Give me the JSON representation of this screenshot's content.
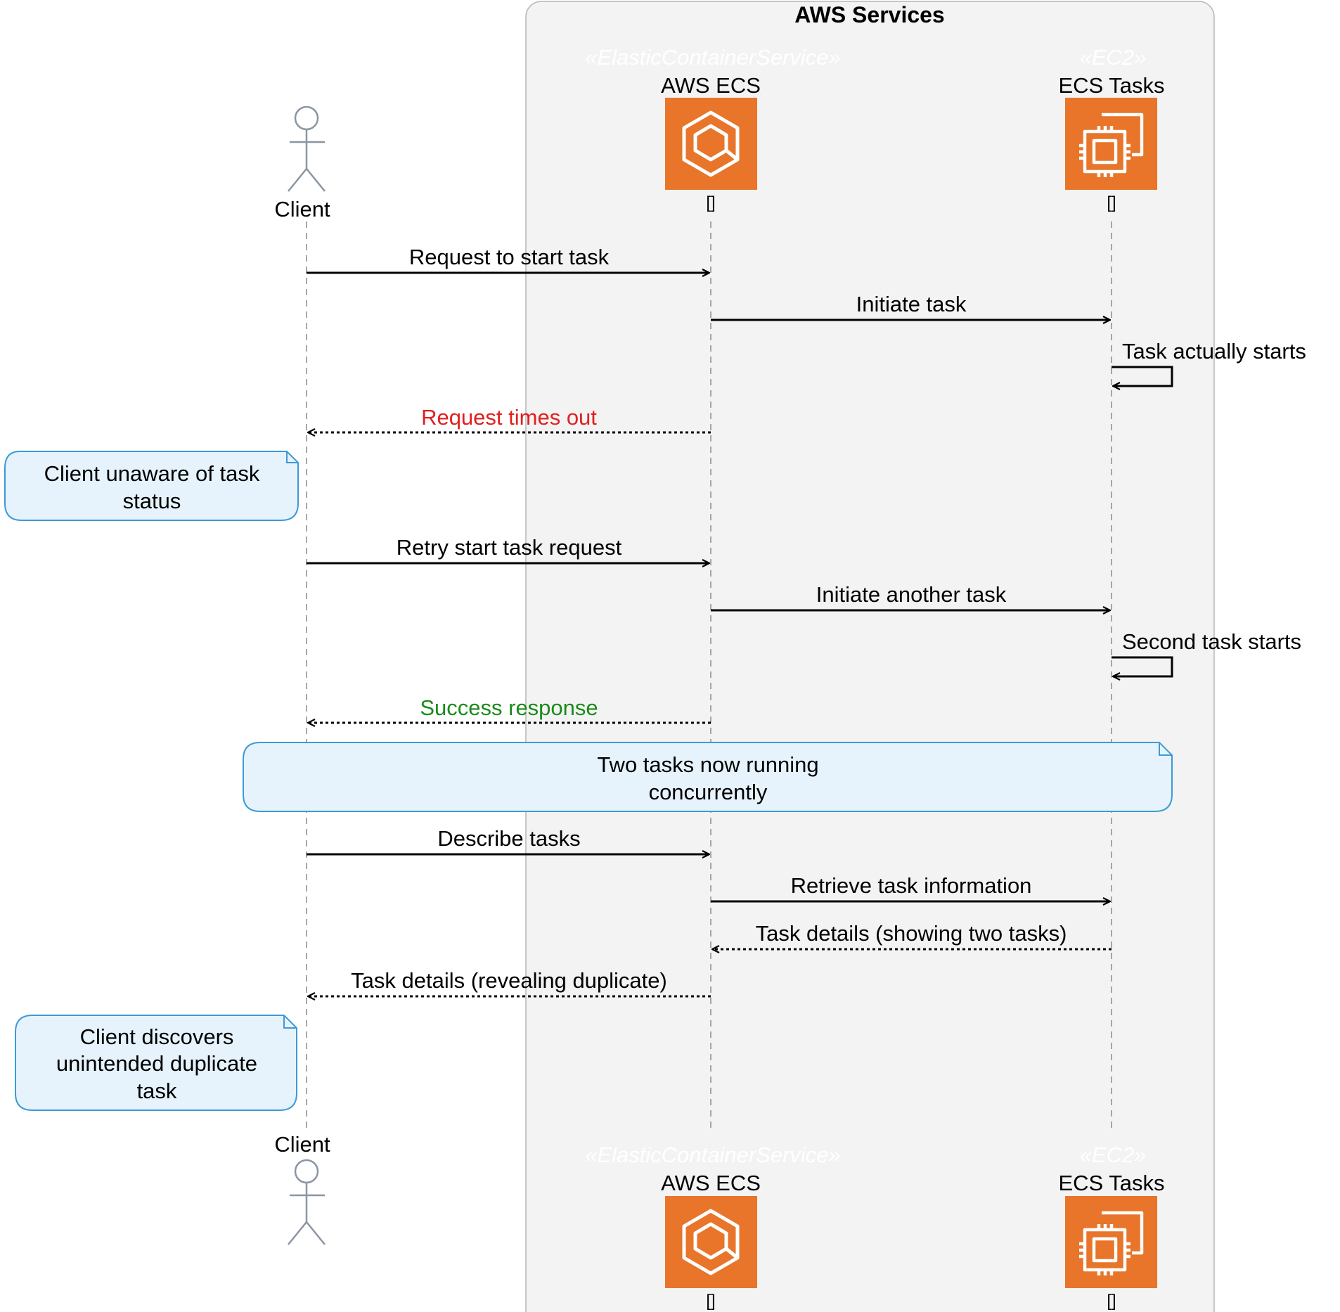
{
  "boundary": {
    "title": "AWS Services"
  },
  "participants": {
    "client": {
      "label": "Client"
    },
    "ecs": {
      "stereotype": "«ElasticContainerService»",
      "label": "AWS ECS",
      "tech": "[]",
      "icon": "ecs-container-icon"
    },
    "tasks": {
      "stereotype": "«EC2»",
      "label": "ECS Tasks",
      "tech": "[]",
      "icon": "ec2-instance-icon"
    }
  },
  "messages": [
    {
      "from": "client",
      "to": "ecs",
      "label": "Request to start task",
      "style": "solid"
    },
    {
      "from": "ecs",
      "to": "tasks",
      "label": "Initiate task",
      "style": "solid"
    },
    {
      "from": "tasks",
      "to": "tasks",
      "label": "Task actually starts",
      "style": "solid"
    },
    {
      "from": "ecs",
      "to": "client",
      "label": "Request times out",
      "style": "dotted",
      "color": "#e02020"
    },
    {
      "from": "client",
      "to": "ecs",
      "label": "Retry start task request",
      "style": "solid"
    },
    {
      "from": "ecs",
      "to": "tasks",
      "label": "Initiate another task",
      "style": "solid"
    },
    {
      "from": "tasks",
      "to": "tasks",
      "label": "Second task starts",
      "style": "solid"
    },
    {
      "from": "ecs",
      "to": "client",
      "label": "Success response",
      "style": "dotted",
      "color": "#1a8a1a"
    },
    {
      "from": "client",
      "to": "ecs",
      "label": "Describe tasks",
      "style": "solid"
    },
    {
      "from": "ecs",
      "to": "tasks",
      "label": "Retrieve task information",
      "style": "solid"
    },
    {
      "from": "tasks",
      "to": "ecs",
      "label": "Task details (showing two tasks)",
      "style": "dotted"
    },
    {
      "from": "ecs",
      "to": "client",
      "label": "Task details (revealing duplicate)",
      "style": "dotted"
    }
  ],
  "notes": [
    {
      "lines": [
        "Client unaware of task",
        "status"
      ]
    },
    {
      "lines": [
        "Two tasks now running",
        "concurrently"
      ]
    },
    {
      "lines": [
        "Client discovers",
        "unintended duplicate",
        "task"
      ]
    }
  ],
  "colors": {
    "aws_orange": "#e8752a",
    "note_fill": "#e6f3fc",
    "note_stroke": "#3d9ad6",
    "boundary_fill": "#f3f3f3"
  }
}
